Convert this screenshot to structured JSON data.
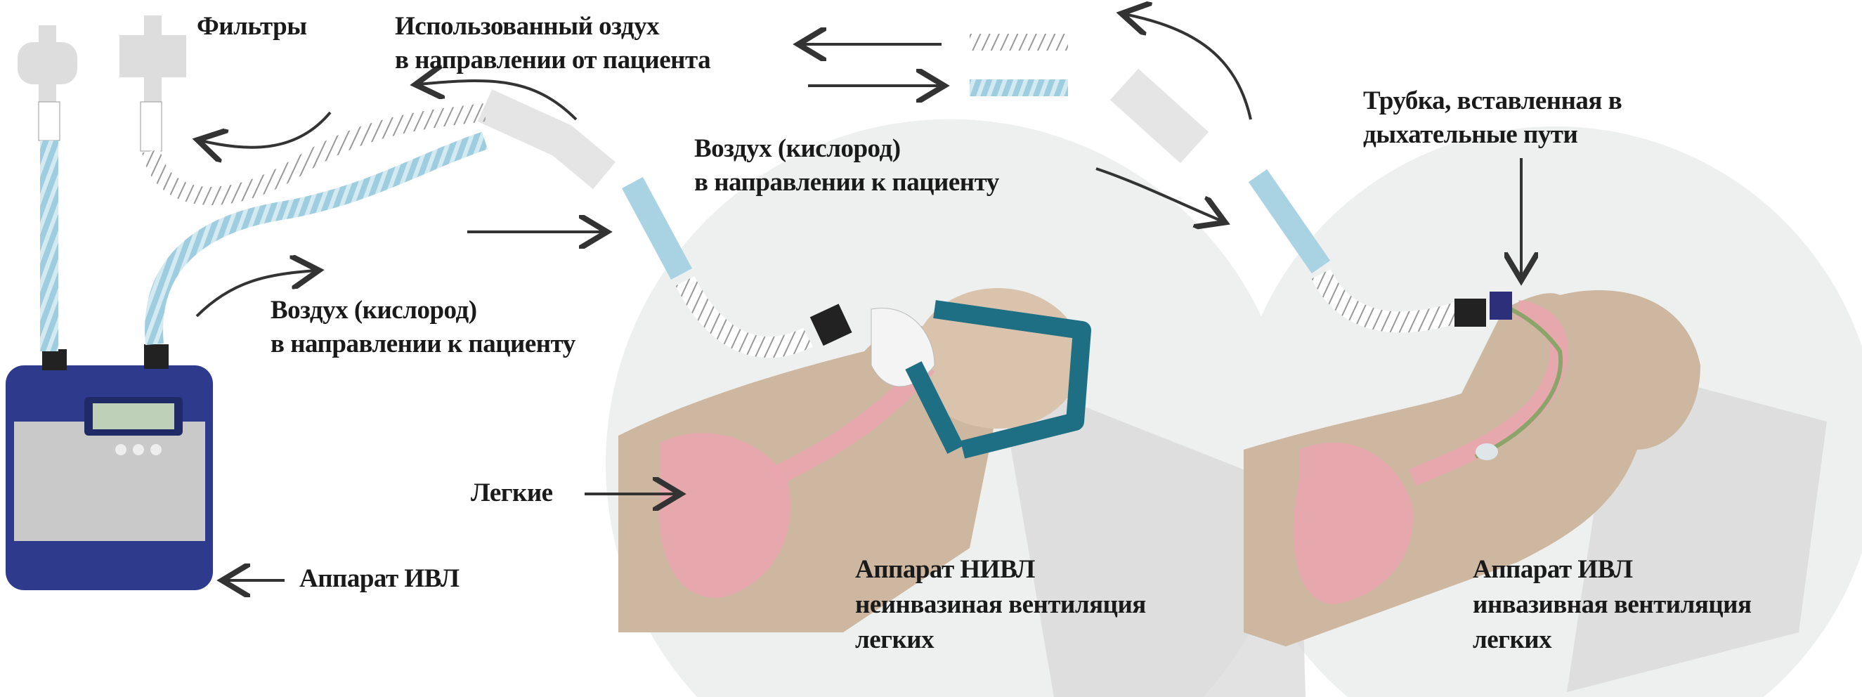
{
  "labels": {
    "filters": "Фильтры",
    "used_air": [
      "Использованный оздух",
      "в направлении от пациента"
    ],
    "air_to_patient_top": [
      "Воздух (кислород)",
      "в направлении к пациенту"
    ],
    "tube_in_airways": [
      "Трубка, вставленная в",
      "дыхательные пути"
    ],
    "air_to_patient_left": [
      "Воздух (кислород)",
      "в направлении к пациенту"
    ],
    "lungs": "Легкие",
    "ventilator": "Аппарат ИВЛ",
    "niv": [
      "Аппарат НИВЛ",
      "неинвазиная вентиляция",
      "легких"
    ],
    "iv": [
      "Аппарат ИВЛ",
      "инвазивная вентиляция",
      "легких"
    ]
  },
  "colors": {
    "tube_blue": "#a9d3e3",
    "device_blue": "#2e3a8c",
    "device_gray": "#c9c9c9",
    "skin": "#cdb7a0",
    "lung_pink": "#eaa6ae",
    "strap_teal": "#1f6f84",
    "circle_bg": "#eef0ef"
  }
}
